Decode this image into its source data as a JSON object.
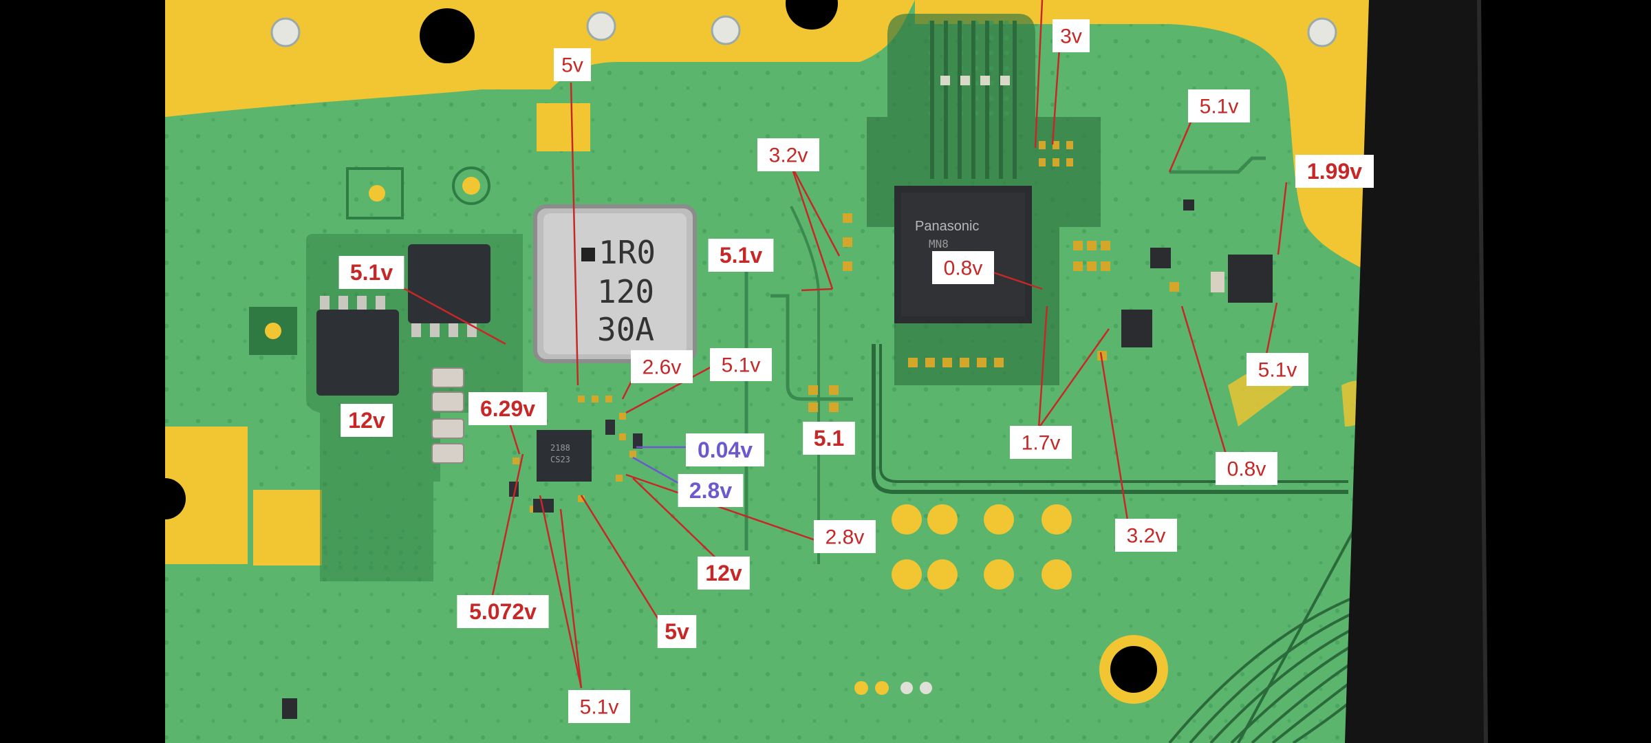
{
  "chips": {
    "inductor": {
      "line1": "1R0",
      "line2": "120",
      "line3": "30A"
    },
    "controller": {
      "brand": "Panasonic",
      "model": "MN8"
    }
  },
  "labels": [
    {
      "id": "v5-top",
      "text": "5v",
      "color": "#c62828",
      "bold": false
    },
    {
      "id": "v3-top",
      "text": "3v",
      "color": "#c62828",
      "bold": false
    },
    {
      "id": "v5-1-top-right",
      "text": "5.1v",
      "color": "#c62828",
      "bold": false
    },
    {
      "id": "v1-99",
      "text": "1.99v",
      "color": "#c62828",
      "bold": true
    },
    {
      "id": "v3-2-left",
      "text": "3.2v",
      "color": "#c62828",
      "bold": false
    },
    {
      "id": "v5-1-left",
      "text": "5.1v",
      "color": "#c62828",
      "bold": true
    },
    {
      "id": "v5-1-center",
      "text": "5.1v",
      "color": "#c62828",
      "bold": true
    },
    {
      "id": "v0-8-chip",
      "text": "0.8v",
      "color": "#c62828",
      "bold": false
    },
    {
      "id": "v2-6",
      "text": "2.6v",
      "color": "#c62828",
      "bold": false
    },
    {
      "id": "v5-1-mid",
      "text": "5.1v",
      "color": "#c62828",
      "bold": false
    },
    {
      "id": "v12-left",
      "text": "12v",
      "color": "#c62828",
      "bold": true
    },
    {
      "id": "v6-29",
      "text": "6.29v",
      "color": "#c62828",
      "bold": true
    },
    {
      "id": "v0-04",
      "text": "0.04v",
      "color": "#6a5acd",
      "bold": true
    },
    {
      "id": "v5-1-plain",
      "text": "5.1",
      "color": "#c62828",
      "bold": true
    },
    {
      "id": "v2-8-purple",
      "text": "2.8v",
      "color": "#6a5acd",
      "bold": true
    },
    {
      "id": "v2-8",
      "text": "2.8v",
      "color": "#c62828",
      "bold": false
    },
    {
      "id": "v12-bottom",
      "text": "12v",
      "color": "#c62828",
      "bold": true
    },
    {
      "id": "v5-072",
      "text": "5.072v",
      "color": "#c62828",
      "bold": true
    },
    {
      "id": "v5-bottom",
      "text": "5v",
      "color": "#c62828",
      "bold": true
    },
    {
      "id": "v5-1-bottom",
      "text": "5.1v",
      "color": "#c62828",
      "bold": false
    },
    {
      "id": "v1-7",
      "text": "1.7v",
      "color": "#c62828",
      "bold": false
    },
    {
      "id": "v0-8-right",
      "text": "0.8v",
      "color": "#c62828",
      "bold": false
    },
    {
      "id": "v3-2-right",
      "text": "3.2v",
      "color": "#c62828",
      "bold": false
    },
    {
      "id": "v5-1-right",
      "text": "5.1v",
      "color": "#c62828",
      "bold": false
    }
  ]
}
